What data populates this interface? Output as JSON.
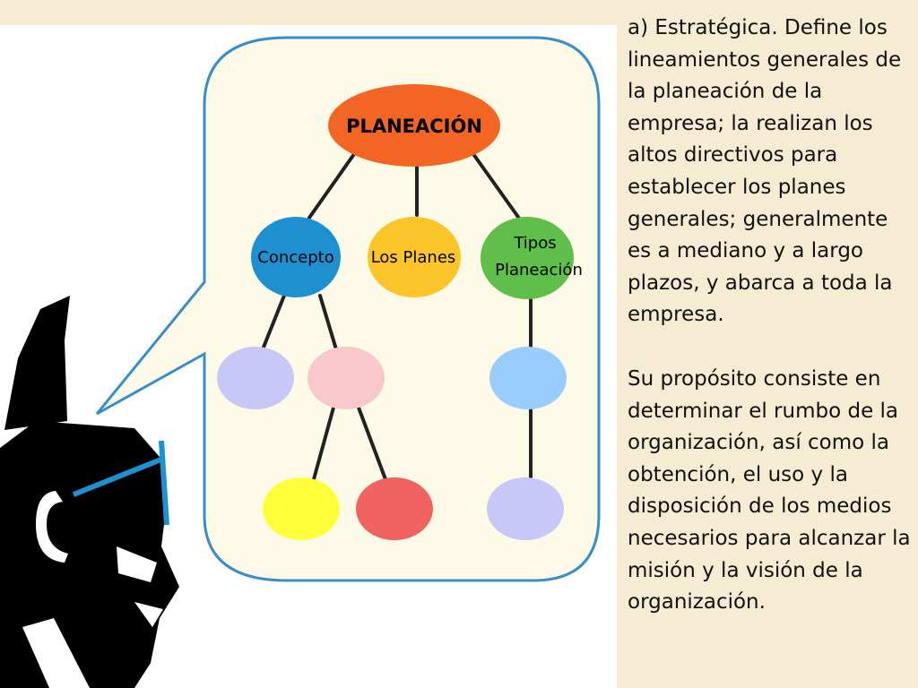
{
  "diagram": {
    "root": "PLANEACIÓN",
    "level1": {
      "concepto": "Concepto",
      "planes": "Los Planes",
      "tipos_line1": "Tipos",
      "tipos_line2": "Planeación"
    },
    "colors": {
      "bubble_fill": "#fdfbe8",
      "bubble_stroke": "#3a8ec5",
      "root": "#f26522",
      "concepto": "#1e90cf",
      "planes": "#fcc52a",
      "tipos": "#5fbf4a",
      "lavender": "#c8c8f8",
      "pink": "#f8c8cc",
      "light_blue": "#99ccff",
      "yellow": "#ffff3a",
      "red": "#f26262"
    }
  },
  "text": {
    "label_a": "a)",
    "heading": "Estratégica.",
    "para1_rest": "Define los lineamientos generales de la planeación de la empresa; la realizan los altos directivos para establecer los planes generales; generalmente es a mediano y a largo plazos, y abarca a toda la empresa.",
    "para2": "Su propósito consiste en determinar el rumbo de la organización, así como la obtención, el uso y la disposición de los medios necesarios para alcanzar la misión y la visión de la organización."
  },
  "decor": {
    "side_color": "#f5ecd3"
  }
}
